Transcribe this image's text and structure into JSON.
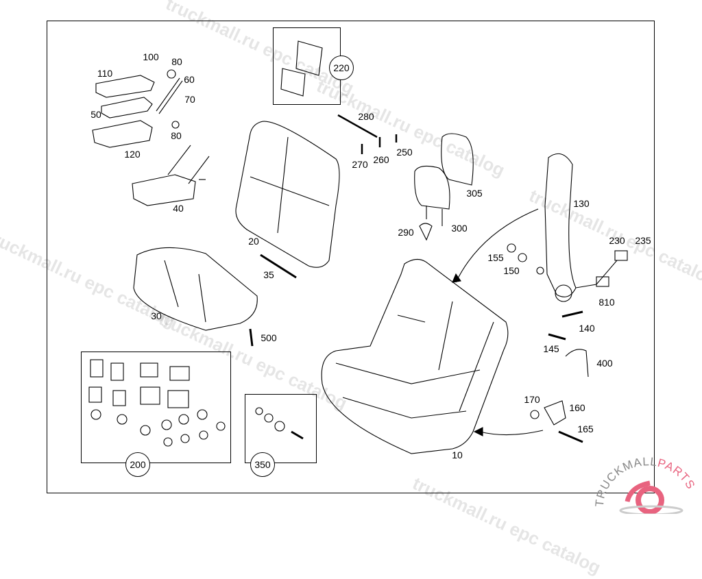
{
  "watermark": "truckmall.ru epc catalog",
  "logo": {
    "text_dark": "TRUCKMALL",
    "text_accent": "PARTS",
    "accent_color": "#e8637f"
  },
  "callouts": [
    {
      "id": "c100",
      "text": "100"
    },
    {
      "id": "c80a",
      "text": "80"
    },
    {
      "id": "c110",
      "text": "110"
    },
    {
      "id": "c60",
      "text": "60"
    },
    {
      "id": "c70",
      "text": "70"
    },
    {
      "id": "c50",
      "text": "50"
    },
    {
      "id": "c80b",
      "text": "80"
    },
    {
      "id": "c120",
      "text": "120"
    },
    {
      "id": "c40",
      "text": "40"
    },
    {
      "id": "c280",
      "text": "280"
    },
    {
      "id": "c250",
      "text": "250"
    },
    {
      "id": "c270",
      "text": "270"
    },
    {
      "id": "c260",
      "text": "260"
    },
    {
      "id": "c305",
      "text": "305"
    },
    {
      "id": "c130",
      "text": "130"
    },
    {
      "id": "c290",
      "text": "290"
    },
    {
      "id": "c300",
      "text": "300"
    },
    {
      "id": "c20",
      "text": "20"
    },
    {
      "id": "c35",
      "text": "35"
    },
    {
      "id": "c155",
      "text": "155"
    },
    {
      "id": "c150",
      "text": "150"
    },
    {
      "id": "c230",
      "text": "230"
    },
    {
      "id": "c235",
      "text": "235"
    },
    {
      "id": "c810",
      "text": "810"
    },
    {
      "id": "c140",
      "text": "140"
    },
    {
      "id": "c30",
      "text": "30"
    },
    {
      "id": "c500",
      "text": "500"
    },
    {
      "id": "c145",
      "text": "145"
    },
    {
      "id": "c400",
      "text": "400"
    },
    {
      "id": "c170",
      "text": "170"
    },
    {
      "id": "c160",
      "text": "160"
    },
    {
      "id": "c165",
      "text": "165"
    },
    {
      "id": "c10",
      "text": "10"
    }
  ],
  "kits": {
    "k220": "220",
    "k200": "200",
    "k350": "350"
  }
}
